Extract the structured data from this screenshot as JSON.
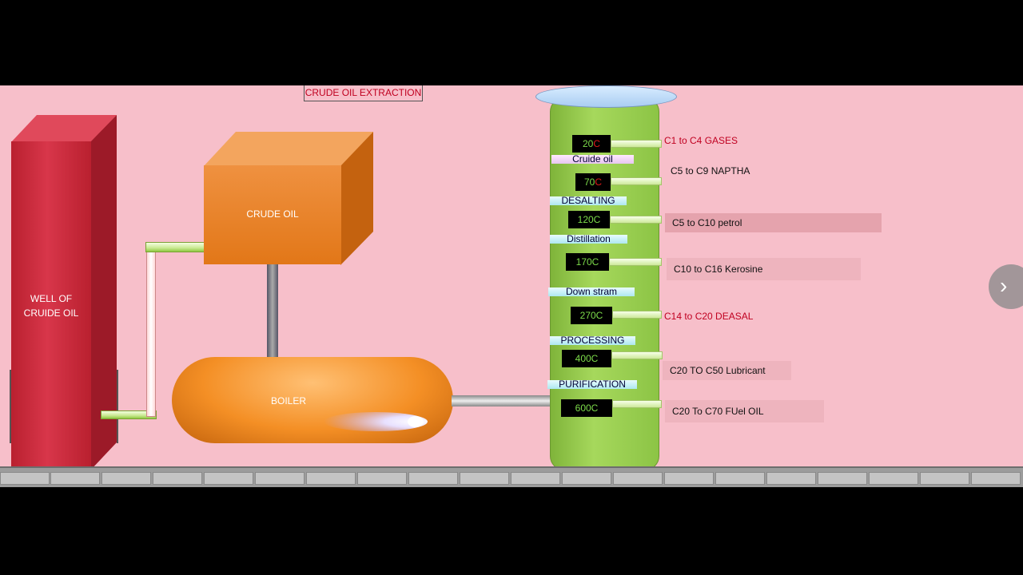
{
  "title": "CRUDE OIL EXTRACTION",
  "well": {
    "label": "WELL OF CRUIDE OIL"
  },
  "tank": {
    "label": "CRUDE OIL"
  },
  "boiler": {
    "label": "BOILER"
  },
  "column": {
    "temperatures": [
      {
        "value": "20",
        "unit": "C"
      },
      {
        "value": "70",
        "unit": "C"
      },
      {
        "value": "120C",
        "unit": ""
      },
      {
        "value": "170C",
        "unit": ""
      },
      {
        "value": "270C",
        "unit": ""
      },
      {
        "value": "400C",
        "unit": ""
      },
      {
        "value": "600C",
        "unit": ""
      }
    ],
    "stages": [
      "Cruide oil",
      "DESALTING",
      "Distillation",
      "Down stram",
      "PROCESSING",
      "PURIFICATION"
    ]
  },
  "products": [
    "C1 to C4  GASES",
    "C5 to C9 NAPTHA",
    "C5 to C10  petrol",
    "C10 to C16 Kerosine",
    "C14 to C20 DEASAL",
    "C20 TO C50 Lubricant",
    "C20 To C70  FUel OIL"
  ],
  "nav": {
    "next_icon": "chevron-right-icon",
    "glyph": "›"
  },
  "colors": {
    "background": "#f7bfca",
    "well": "#c42b3c",
    "tank": "#e8812a",
    "column": "#96cc4c"
  }
}
